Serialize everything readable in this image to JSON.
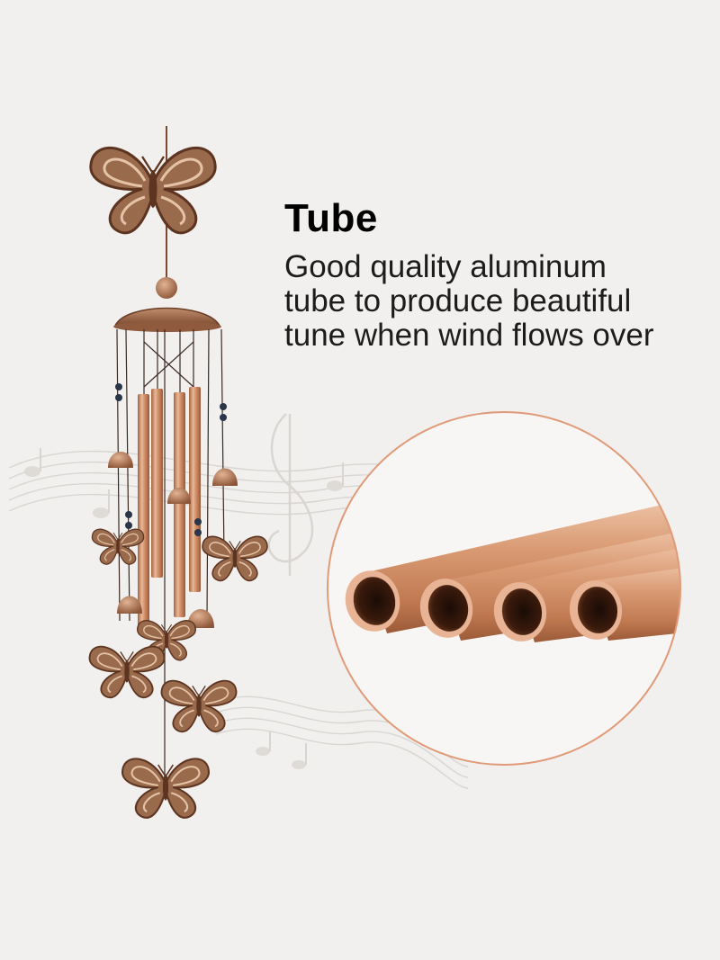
{
  "feature": {
    "title": "Tube",
    "description_lines": [
      "Good quality aluminum",
      "tube to produce beautiful",
      "tune when wind flows over"
    ]
  },
  "illustration": {
    "product": "butterfly-wind-chime",
    "detail": "copper-aluminum-tubes-closeup",
    "background_motif": "music-notes-staff"
  },
  "colors": {
    "background": "#f1f0ee",
    "copper": "#c98a62",
    "copper_light": "#e7b697",
    "copper_dark": "#8a5236",
    "circle_outline": "#e09a78",
    "text": "#1c1c1c"
  }
}
